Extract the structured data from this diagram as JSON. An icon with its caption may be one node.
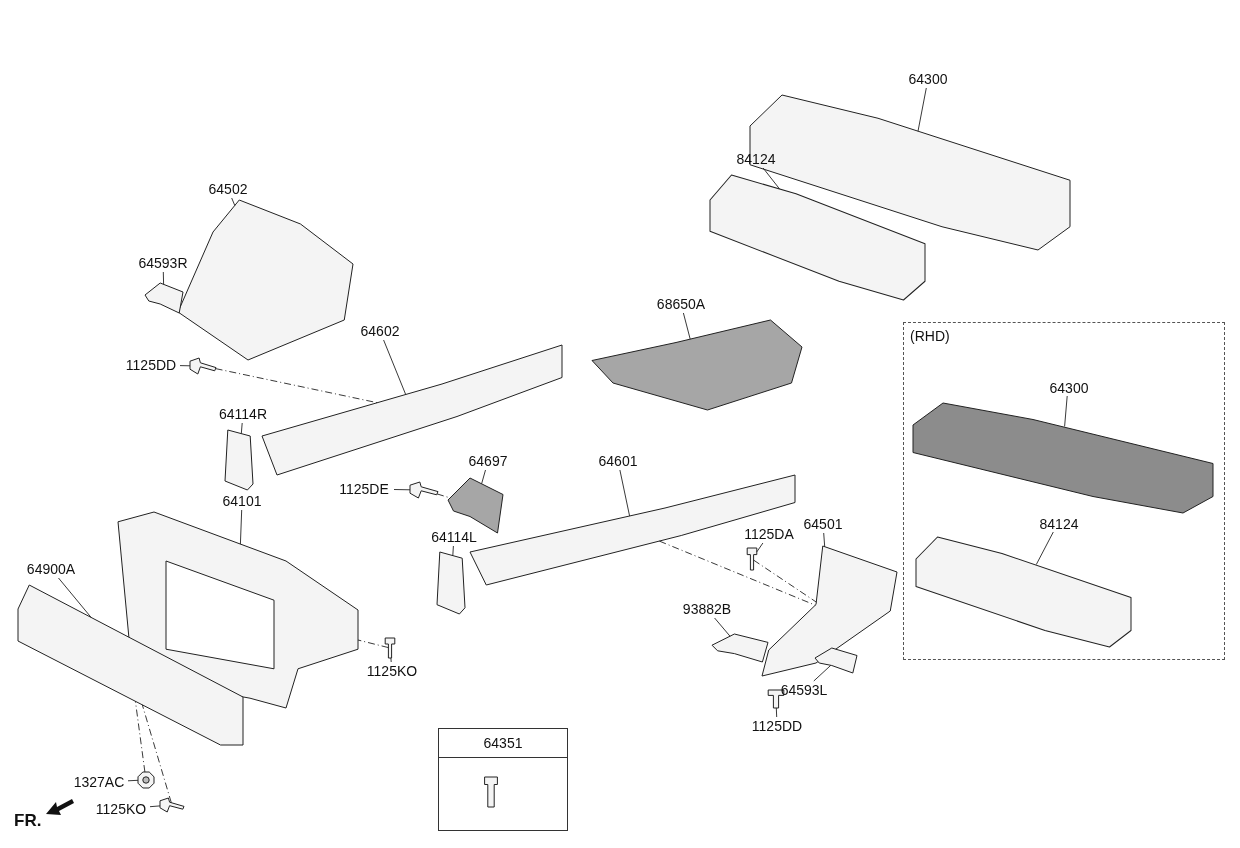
{
  "diagram": {
    "nodes": [
      {
        "text": [
          "64300"
        ]
      },
      {
        "text": [],
        "shape": "picture"
      },
      {
        "text": [
          "84124"
        ]
      },
      {
        "text": [],
        "shape": "picture"
      },
      {
        "text": [
          "64502"
        ]
      },
      {
        "text": [],
        "shape": "picture"
      },
      {
        "text": [
          "64593R"
        ]
      },
      {
        "text": [],
        "shape": "picture"
      },
      {
        "text": [
          "1125DD"
        ]
      },
      {
        "text": [],
        "shape": "picture"
      },
      {
        "text": [
          "64602"
        ]
      },
      {
        "text": [],
        "shape": "picture"
      },
      {
        "text": [
          "68650A"
        ]
      },
      {
        "text": [],
        "shape": "picture"
      },
      {
        "text": [
          "64114R"
        ]
      },
      {
        "text": [],
        "shape": "picture"
      },
      {
        "text": [
          "64697"
        ]
      },
      {
        "text": [],
        "shape": "picture"
      },
      {
        "text": [
          "1125DE"
        ]
      },
      {
        "text": [],
        "shape": "picture"
      },
      {
        "text": [
          "64601"
        ]
      },
      {
        "text": [],
        "shape": "picture"
      },
      {
        "text": [
          "64101"
        ]
      },
      {
        "text": [],
        "shape": "picture"
      },
      {
        "text": [
          "64114L"
        ]
      },
      {
        "text": [],
        "shape": "picture"
      },
      {
        "text": [
          "1125DA"
        ]
      },
      {
        "text": [],
        "shape": "picture"
      },
      {
        "text": [
          "64501"
        ]
      },
      {
        "text": [],
        "shape": "picture"
      },
      {
        "text": [
          "93882B"
        ]
      },
      {
        "text": [],
        "shape": "picture"
      },
      {
        "text": [
          "64900A"
        ]
      },
      {
        "text": [],
        "shape": "picture"
      },
      {
        "text": [
          "1125KO"
        ]
      },
      {
        "text": [],
        "shape": "picture"
      },
      {
        "text": [
          "64593L"
        ]
      },
      {
        "text": [],
        "shape": "picture"
      },
      {
        "text": [
          "1125DD"
        ]
      },
      {
        "text": [],
        "shape": "picture"
      },
      {
        "text": [
          "1327AC"
        ]
      },
      {
        "text": [],
        "shape": "picture"
      },
      {
        "text": [
          "1125KO"
        ]
      },
      {
        "text": [],
        "shape": "picture"
      },
      {
        "text": [
          "(RHD)"
        ]
      },
      {
        "text": [
          "64300"
        ],
        "in": 44
      },
      {
        "text": [],
        "shape": "picture",
        "in": 44
      },
      {
        "text": [
          "84124"
        ],
        "in": 44
      },
      {
        "text": [],
        "shape": "picture",
        "in": 44
      },
      {
        "text": [
          "64351"
        ]
      },
      {
        "text": [],
        "shape": "picture",
        "in": 49
      }
    ],
    "edges": [
      {
        "from": 0,
        "to": 1,
        "arrow": "none"
      },
      {
        "from": 2,
        "to": 3,
        "arrow": "none"
      },
      {
        "from": 4,
        "to": 5,
        "arrow": "none"
      },
      {
        "from": 6,
        "to": 7,
        "arrow": "none"
      },
      {
        "from": 8,
        "to": 9,
        "arrow": "none"
      },
      {
        "from": 10,
        "to": 11,
        "arrow": "none"
      },
      {
        "from": 12,
        "to": 13,
        "arrow": "none"
      },
      {
        "from": 14,
        "to": 15,
        "arrow": "none"
      },
      {
        "from": 16,
        "to": 17,
        "arrow": "none"
      },
      {
        "from": 18,
        "to": 19,
        "arrow": "none"
      },
      {
        "from": 20,
        "to": 21,
        "arrow": "none"
      },
      {
        "from": 22,
        "to": 23,
        "arrow": "none"
      },
      {
        "from": 24,
        "to": 25,
        "arrow": "none"
      },
      {
        "from": 26,
        "to": 27,
        "arrow": "none"
      },
      {
        "from": 28,
        "to": 29,
        "arrow": "none"
      },
      {
        "from": 30,
        "to": 31,
        "arrow": "none"
      },
      {
        "from": 32,
        "to": 33,
        "arrow": "none"
      },
      {
        "from": 34,
        "to": 35,
        "arrow": "none"
      },
      {
        "from": 36,
        "to": 37,
        "arrow": "none"
      },
      {
        "from": 38,
        "to": 39,
        "arrow": "none"
      },
      {
        "from": 40,
        "to": 41,
        "arrow": "none"
      },
      {
        "from": 42,
        "to": 43,
        "arrow": "none"
      },
      {
        "from": 45,
        "to": 46,
        "arrow": "none"
      },
      {
        "from": 47,
        "to": 48,
        "arrow": "none"
      },
      {
        "from": 9,
        "to": 11,
        "arrow": "none",
        "style": "dashed"
      },
      {
        "from": 19,
        "to": 17,
        "arrow": "none",
        "style": "dashed"
      },
      {
        "from": 21,
        "to": 29,
        "arrow": "none",
        "style": "dashed"
      },
      {
        "from": 27,
        "to": 29,
        "arrow": "none",
        "style": "dashed"
      },
      {
        "from": 35,
        "to": 23,
        "arrow": "none",
        "style": "dashed"
      },
      {
        "from": 41,
        "to": 33,
        "arrow": "none",
        "style": "dashed"
      },
      {
        "from": 43,
        "to": 33,
        "arrow": "none",
        "style": "dashed"
      }
    ],
    "labels": [
      "FR."
    ]
  }
}
